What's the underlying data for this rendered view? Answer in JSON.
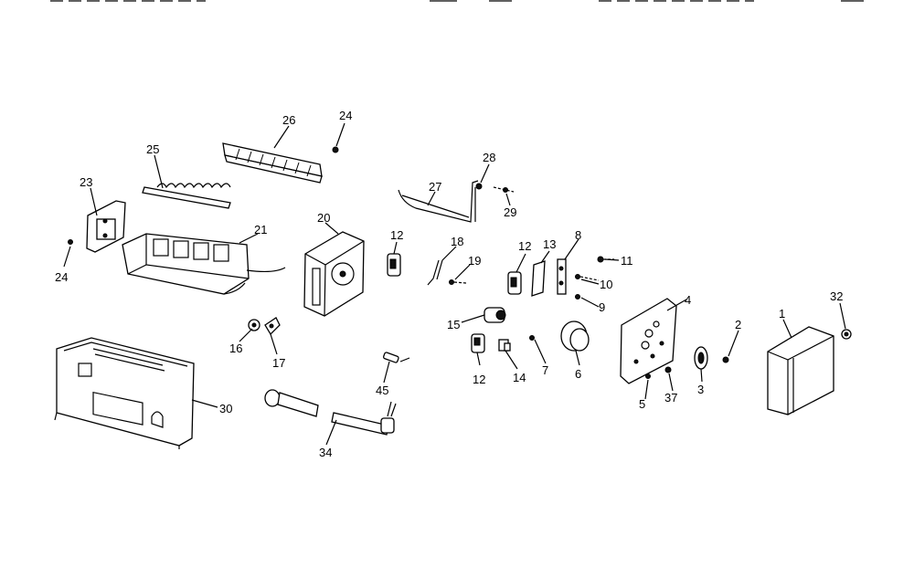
{
  "diagram": {
    "callouts": [
      "1",
      "2",
      "3",
      "4",
      "5",
      "6",
      "7",
      "8",
      "9",
      "10",
      "11",
      "12",
      "13",
      "14",
      "15",
      "16",
      "17",
      "18",
      "19",
      "20",
      "21",
      "23",
      "24",
      "25",
      "26",
      "27",
      "28",
      "29",
      "30",
      "32",
      "34",
      "37",
      "45"
    ]
  },
  "labels": {
    "l26": "26",
    "l24a": "24",
    "l25": "25",
    "l28": "28",
    "l27": "27",
    "l29": "29",
    "l23": "23",
    "l21": "21",
    "l20": "20",
    "l24b": "24",
    "l12a": "12",
    "l18": "18",
    "l19": "19",
    "l12b": "12",
    "l13": "13",
    "l8": "8",
    "l11": "11",
    "l10": "10",
    "l9": "9",
    "l4": "4",
    "l15": "15",
    "l12c": "12",
    "l14": "14",
    "l7": "7",
    "l6": "6",
    "l16": "16",
    "l17": "17",
    "l2": "2",
    "l1": "1",
    "l32": "32",
    "l5": "5",
    "l37": "37",
    "l3": "3",
    "l30": "30",
    "l45": "45",
    "l34": "34"
  }
}
